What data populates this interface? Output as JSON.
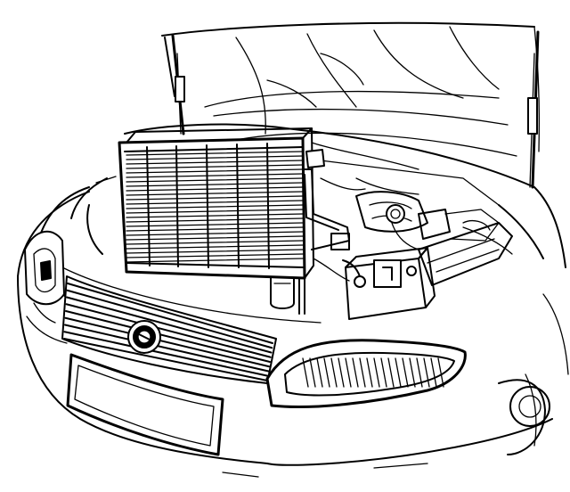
{
  "figure": {
    "subject": "car-front-engine-bay-with-condenser-removed",
    "line_color": "#000000",
    "background_color": "#ffffff",
    "icons": [
      "hood-struts",
      "ac-condenser",
      "receiver-drier",
      "battery",
      "grille-emblem",
      "headlamp",
      "license-plate"
    ]
  }
}
